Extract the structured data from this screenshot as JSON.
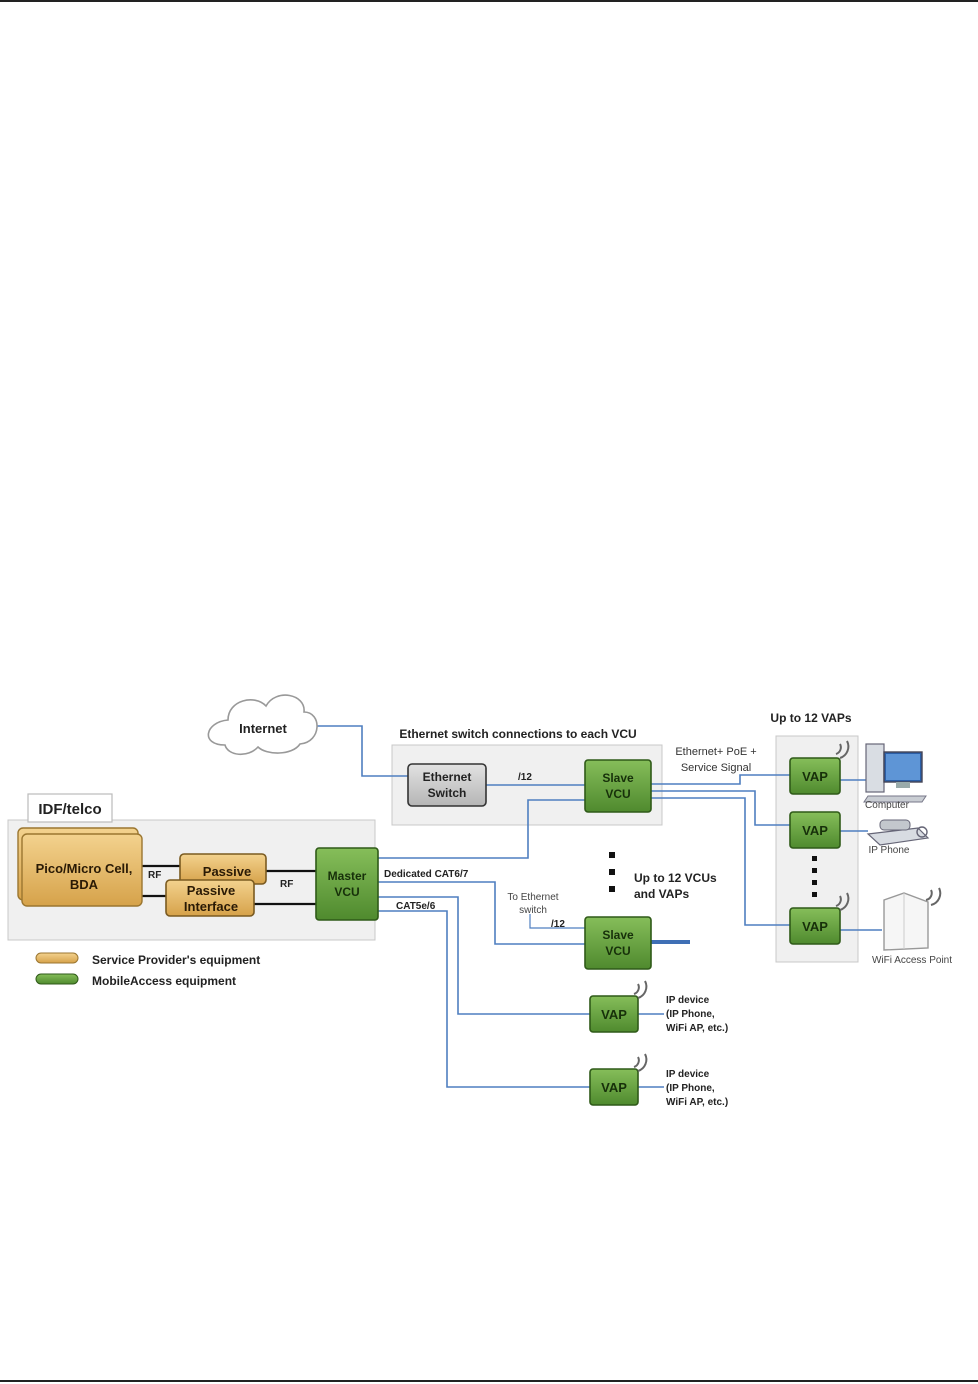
{
  "labels": {
    "internet": "Internet",
    "eth_switch_header": "Ethernet switch connections to each VCU",
    "up_to_12_vaps": "Up to 12 VAPs",
    "eth_switch_l1": "Ethernet",
    "eth_switch_l2": "Switch",
    "slash12_top": "/12",
    "slave_l1": "Slave",
    "slave_l2": "VCU",
    "eth_poe_l1": "Ethernet+ PoE +",
    "eth_poe_l2": "Service Signal",
    "vap": "VAP",
    "computer": "Computer",
    "ip_phone": "IP Phone",
    "wifi_ap": "WiFi Access Point",
    "idf": "IDF/telco",
    "pico_l1": "Pico/Micro Cell,",
    "pico_l2": "BDA",
    "rf": "RF",
    "passive_back": "Passive",
    "passive_l1": "Passive",
    "passive_l2": "Interface",
    "master_l1": "Master",
    "master_l2": "VCU",
    "dedicated_cat": "Dedicated CAT6/7",
    "cat5": "CAT5e/6",
    "to_eth_l1": "To Ethernet",
    "to_eth_l2": "switch",
    "slash12_bottom": "/12",
    "up_to_vcus_l1": "Up to 12 VCUs",
    "up_to_vcus_l2": "and VAPs",
    "ipdev_l1": "IP device",
    "ipdev_l2": "(IP Phone,",
    "ipdev_l3": "WiFi AP, etc.)",
    "legend_sp": "Service Provider's equipment",
    "legend_ma": "MobileAccess equipment"
  },
  "colors": {
    "green": "#6ea544",
    "green_dark": "#3c6a1f",
    "tan": "#e9bd6a",
    "tan_dark": "#9b7630",
    "line_blue": "#4f7fc0",
    "panel": "#efefef"
  },
  "icons": [
    "cloud-icon",
    "computer-icon",
    "ip-phone-icon",
    "wifi-access-point-icon",
    "antenna-icon"
  ]
}
